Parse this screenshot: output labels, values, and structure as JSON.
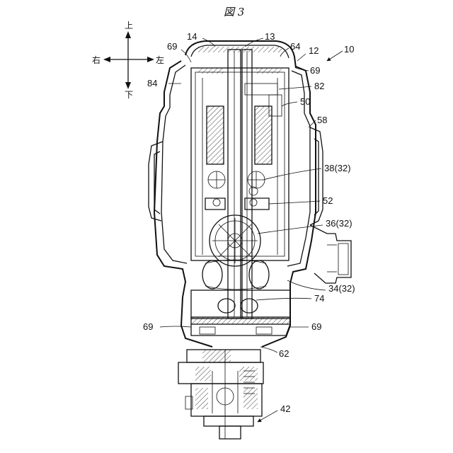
{
  "figure": {
    "title": "図 3"
  },
  "directions": {
    "up": "上",
    "down": "下",
    "right": "右",
    "left": "左"
  },
  "labels": [
    {
      "id": "14",
      "text": "14"
    },
    {
      "id": "13",
      "text": "13"
    },
    {
      "id": "69-top-left",
      "text": "69"
    },
    {
      "id": "64",
      "text": "64"
    },
    {
      "id": "12",
      "text": "12"
    },
    {
      "id": "10",
      "text": "10"
    },
    {
      "id": "69-top-right",
      "text": "69"
    },
    {
      "id": "84",
      "text": "84"
    },
    {
      "id": "82",
      "text": "82"
    },
    {
      "id": "50",
      "text": "50"
    },
    {
      "id": "58",
      "text": "58"
    },
    {
      "id": "38",
      "text": "38(32)"
    },
    {
      "id": "52",
      "text": "52"
    },
    {
      "id": "36",
      "text": "36(32)"
    },
    {
      "id": "34",
      "text": "34(32)"
    },
    {
      "id": "74",
      "text": "74"
    },
    {
      "id": "69-bottom-left",
      "text": "69"
    },
    {
      "id": "69-bottom-right",
      "text": "69"
    },
    {
      "id": "62",
      "text": "62"
    },
    {
      "id": "42",
      "text": "42"
    }
  ]
}
